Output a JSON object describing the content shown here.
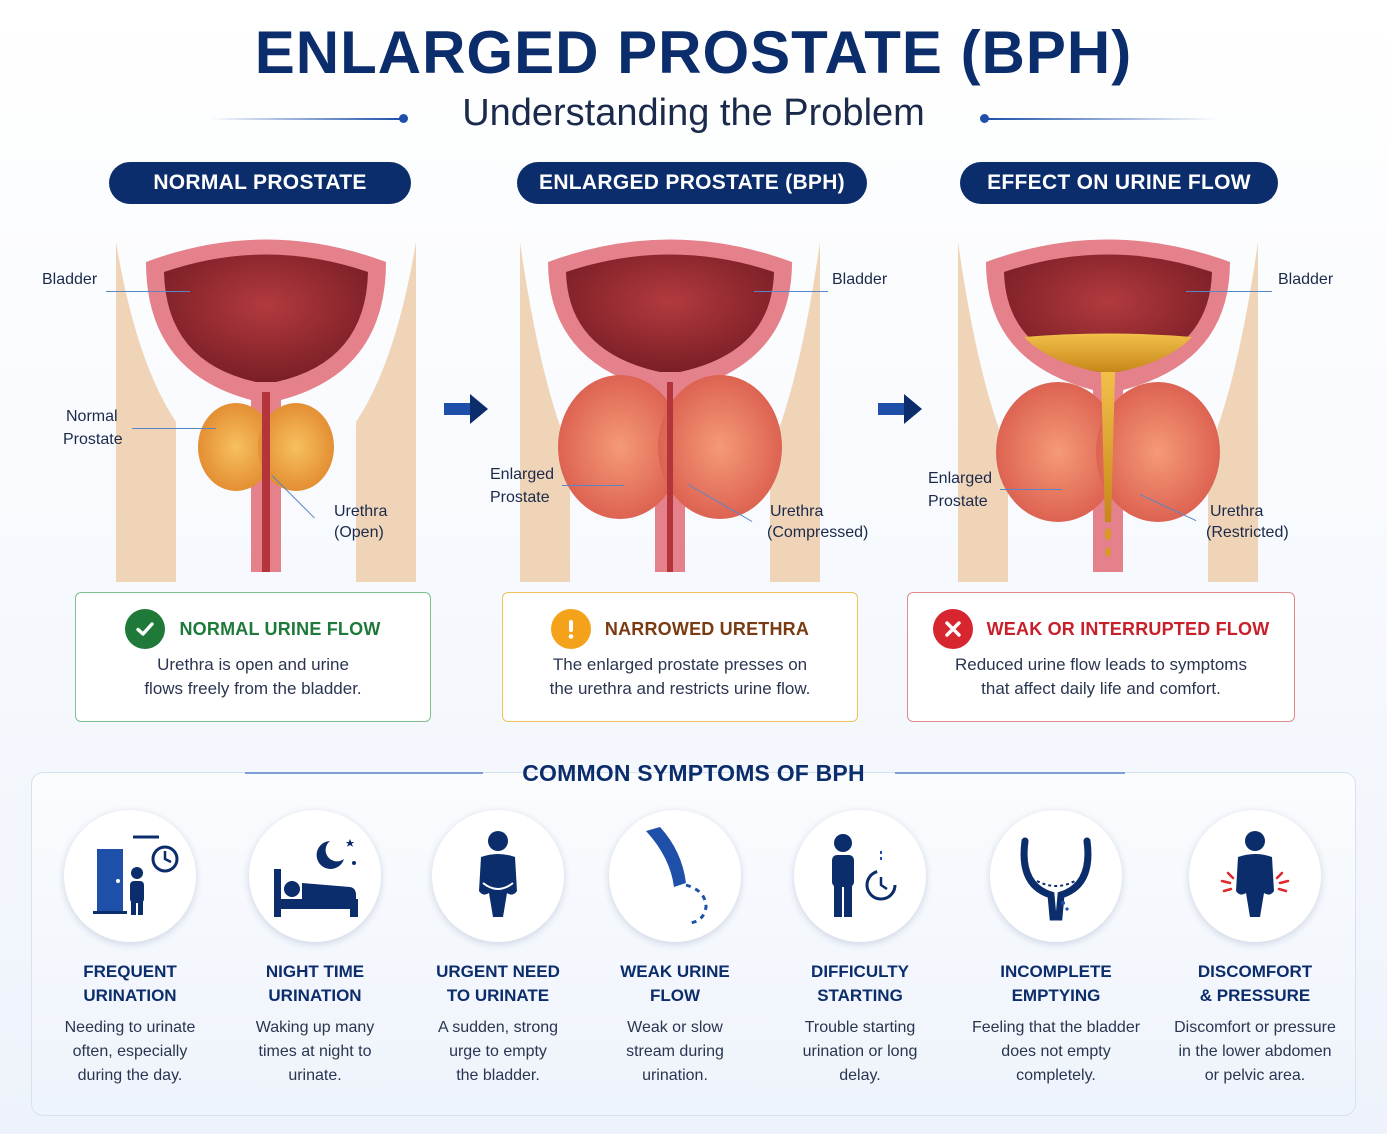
{
  "header": {
    "title": "ENLARGED PROSTATE (BPH)",
    "subtitle": "Understanding the Problem"
  },
  "panels": [
    {
      "heading": "NORMAL PROSTATE",
      "labels": {
        "bladder": "Bladder",
        "prostate_line1": "Normal",
        "prostate_line2": "Prostate",
        "urethra_line1": "Urethra",
        "urethra_line2": "(Open)"
      }
    },
    {
      "heading": "ENLARGED PROSTATE (BPH)",
      "labels": {
        "bladder": "Bladder",
        "prostate_line1": "Enlarged",
        "prostate_line2": "Prostate",
        "urethra_line1": "Urethra",
        "urethra_line2": "(Compressed)"
      }
    },
    {
      "heading": "EFFECT ON URINE FLOW",
      "labels": {
        "bladder": "Bladder",
        "prostate_line1": "Enlarged",
        "prostate_line2": "Prostate",
        "urethra_line1": "Urethra",
        "urethra_line2": "(Restricted)"
      }
    }
  ],
  "cards": [
    {
      "title": "NORMAL URINE FLOW",
      "line1": "Urethra is open and urine",
      "line2": "flows freely from the bladder.",
      "color": "#1f7a3a",
      "border": "#7fc28e",
      "icon": "check-icon"
    },
    {
      "title": "NARROWED URETHRA",
      "line1": "The enlarged prostate presses on",
      "line2": "the urethra and restricts urine flow.",
      "color": "#7a3a12",
      "border": "#f0c25a",
      "icon": "exclamation-icon"
    },
    {
      "title": "WEAK OR INTERRUPTED FLOW",
      "line1": "Reduced urine flow leads to symptoms",
      "line2": "that affect daily life and comfort.",
      "color": "#c8202a",
      "border": "#e08a8a",
      "icon": "cross-icon"
    }
  ],
  "symptoms_heading": "COMMON SYMPTOMS OF BPH",
  "symptoms": [
    {
      "title1": "FREQUENT",
      "title2": "URINATION",
      "text1": "Needing to urinate",
      "text2": "often, especially",
      "text3": "during the day.",
      "icon": "door-clock-icon"
    },
    {
      "title1": "NIGHT TIME",
      "title2": "URINATION",
      "text1": "Waking up many",
      "text2": "times at night to",
      "text3": "urinate.",
      "icon": "bed-moon-icon"
    },
    {
      "title1": "URGENT NEED",
      "title2": "TO URINATE",
      "text1": "A sudden, strong",
      "text2": "urge to empty",
      "text3": "the bladder.",
      "icon": "urgent-person-icon"
    },
    {
      "title1": "WEAK URINE",
      "title2": "FLOW",
      "text1": "Weak or slow",
      "text2": "stream during",
      "text3": "urination.",
      "icon": "weak-stream-icon"
    },
    {
      "title1": "DIFFICULTY",
      "title2": "STARTING",
      "text1": "Trouble starting",
      "text2": "urination or long",
      "text3": "delay.",
      "icon": "person-timer-icon"
    },
    {
      "title1": "INCOMPLETE",
      "title2": "EMPTYING",
      "text1": "Feeling that the bladder",
      "text2": "does not empty",
      "text3": "completely.",
      "icon": "bladder-icon"
    },
    {
      "title1": "DISCOMFORT",
      "title2": "& PRESSURE",
      "text1": "Discomfort or pressure",
      "text2": "in the lower abdomen",
      "text3": "or pelvic area.",
      "icon": "pain-person-icon"
    }
  ],
  "colors": {
    "navy": "#0c2d6b",
    "accent_blue": "#1e50aa",
    "bladder_red": "#b3343a",
    "prostate_orange": "#f0a040",
    "urine_amber": "#d99a1e"
  }
}
